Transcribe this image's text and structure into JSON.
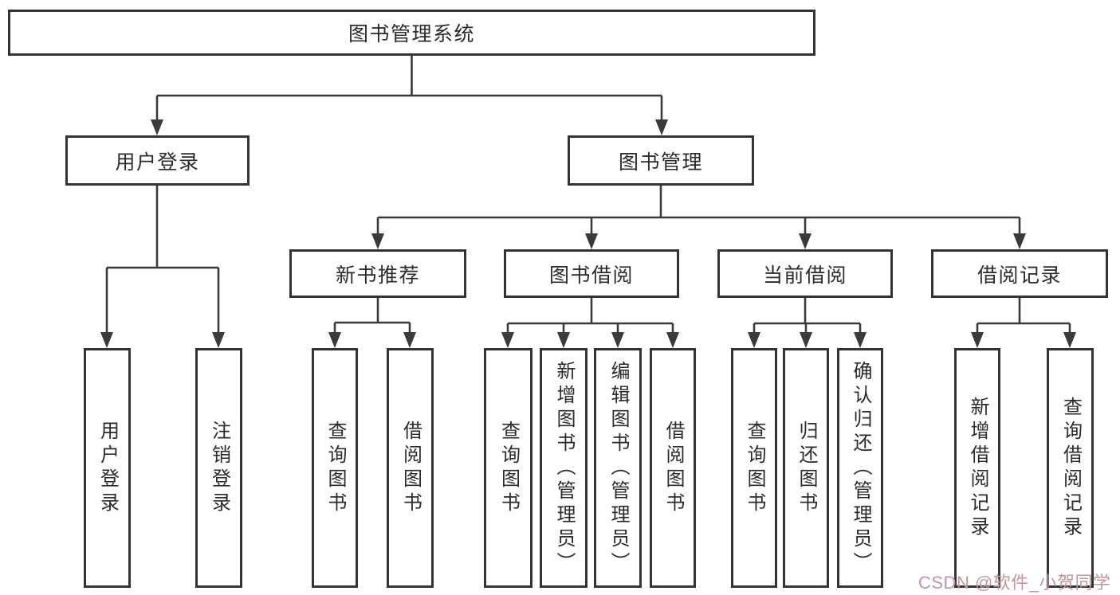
{
  "nodes": {
    "root": {
      "label": "图书管理系统"
    },
    "branch_user_login": {
      "label": "用户登录"
    },
    "branch_book_mgmt": {
      "label": "图书管理"
    },
    "group_new_book": {
      "label": "新书推荐"
    },
    "group_book_borrow": {
      "label": "图书借阅"
    },
    "group_current_borrow": {
      "label": "当前借阅"
    },
    "group_borrow_record": {
      "label": "借阅记录"
    },
    "leaf_user_login": {
      "label": "用户登录"
    },
    "leaf_logout": {
      "label": "注销登录"
    },
    "leaf_query_book_1": {
      "label": "查询图书"
    },
    "leaf_borrow_book_1": {
      "label": "借阅图书"
    },
    "leaf_query_book_2": {
      "label": "查询图书"
    },
    "leaf_add_book_admin": {
      "label": "新增图书（管理员）"
    },
    "leaf_edit_book_admin": {
      "label": "编辑图书（管理员）"
    },
    "leaf_borrow_book_2": {
      "label": "借阅图书"
    },
    "leaf_query_book_3": {
      "label": "查询图书"
    },
    "leaf_return_book": {
      "label": "归还图书"
    },
    "leaf_confirm_return_admin": {
      "label": "确认归还（管理员）"
    },
    "leaf_add_borrow_record": {
      "label": "新增借阅记录"
    },
    "leaf_query_borrow_record": {
      "label": "查询借阅记录"
    }
  },
  "edges": [
    {
      "from": "root",
      "to": [
        "branch_user_login",
        "branch_book_mgmt"
      ]
    },
    {
      "from": "branch_user_login",
      "to": [
        "leaf_user_login",
        "leaf_logout"
      ]
    },
    {
      "from": "branch_book_mgmt",
      "to": [
        "group_new_book",
        "group_book_borrow",
        "group_current_borrow",
        "group_borrow_record"
      ]
    },
    {
      "from": "group_new_book",
      "to": [
        "leaf_query_book_1",
        "leaf_borrow_book_1"
      ]
    },
    {
      "from": "group_book_borrow",
      "to": [
        "leaf_query_book_2",
        "leaf_add_book_admin",
        "leaf_edit_book_admin",
        "leaf_borrow_book_2"
      ]
    },
    {
      "from": "group_current_borrow",
      "to": [
        "leaf_query_book_3",
        "leaf_return_book",
        "leaf_confirm_return_admin"
      ]
    },
    {
      "from": "group_borrow_record",
      "to": [
        "leaf_add_borrow_record",
        "leaf_query_borrow_record"
      ]
    }
  ],
  "watermark": {
    "text": "CSDN @软件_小贺同学"
  },
  "colors": {
    "line": "#3a3a3a",
    "box_border": "#333333",
    "text": "#2b2b2b",
    "watermark": "#c3969e"
  }
}
